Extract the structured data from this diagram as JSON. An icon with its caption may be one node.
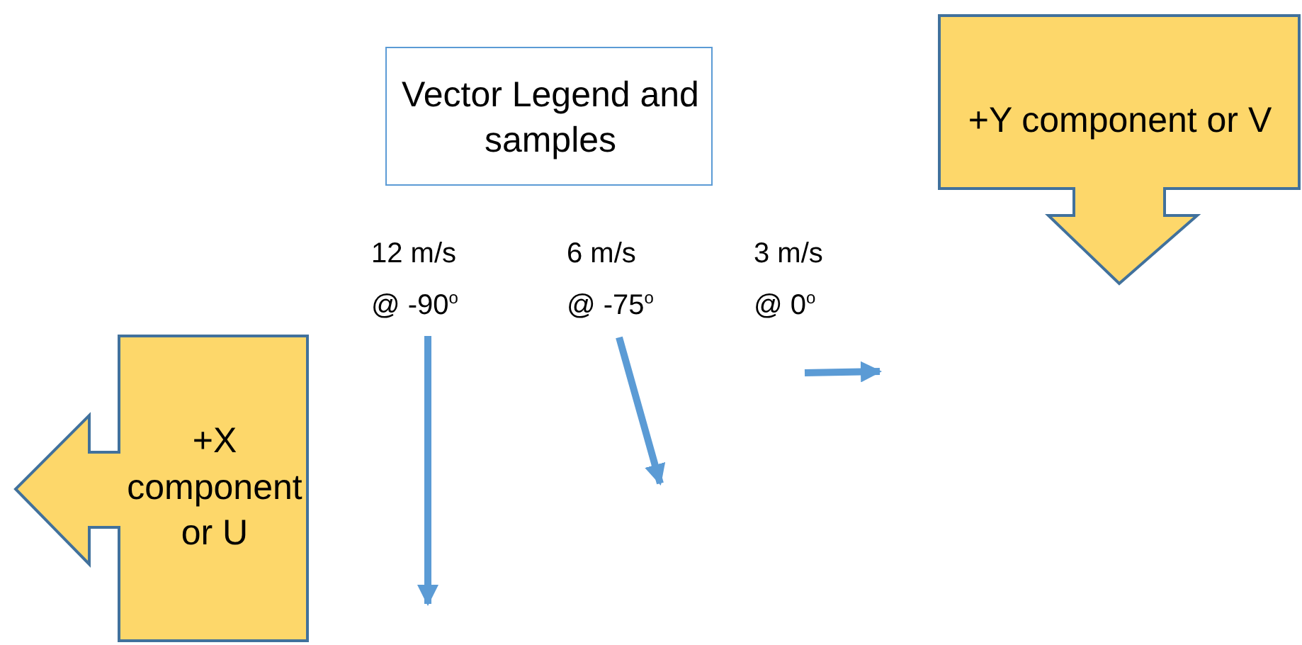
{
  "diagram": {
    "nodes": [
      {
        "text": [
          "Vector Legend and samples"
        ]
      },
      {
        "text": [
          "+Y component or V"
        ]
      },
      {
        "text": [
          "+X component or U"
        ]
      }
    ],
    "labels": [
      "12 m/s",
      "@ -90$^{o}$",
      "6 m/s",
      "@ -75$^{o}$",
      "3 m/s",
      "@ 0$^{o}$"
    ]
  }
}
